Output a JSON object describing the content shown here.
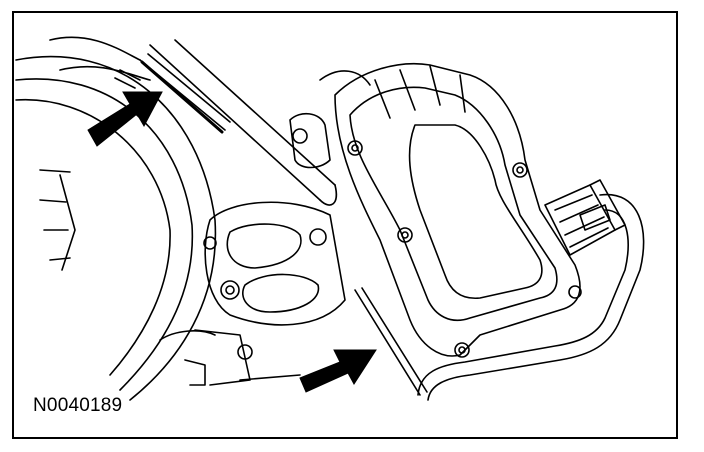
{
  "figure": {
    "id_label": "N0040189",
    "line_color": "#000000",
    "background": "#ffffff",
    "callouts": [
      {
        "kind": "arrow",
        "icon": "callout-arrow-icon",
        "target": "upper-seal-edge"
      },
      {
        "kind": "arrow",
        "icon": "callout-arrow-icon",
        "target": "lower-seal-edge"
      }
    ]
  }
}
